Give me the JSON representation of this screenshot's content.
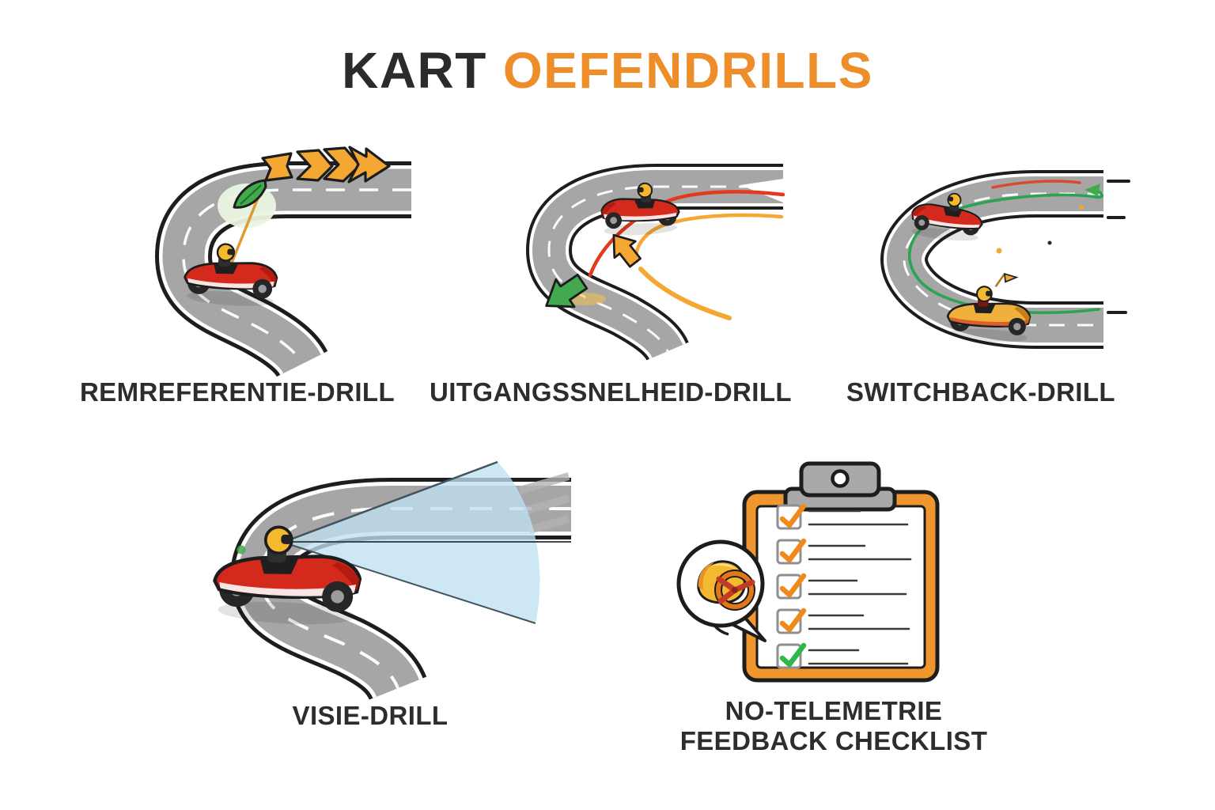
{
  "title": {
    "word_dark": "KART",
    "word_accent": "OEFENDRILLS"
  },
  "panels": {
    "remreferentie": {
      "label": "REMREFERENTIE-DRILL"
    },
    "uitgangssnelheid": {
      "label": "UITGANGSSNELHEID-DRILL"
    },
    "switchback": {
      "label": "SWITCHBACK-DRILL"
    },
    "visie": {
      "label": "VISIE-DRILL"
    },
    "checklist": {
      "label_line1": "NO-TELEMETRIE",
      "label_line2": "FEEDBACK CHECKLIST"
    }
  },
  "checklist": {
    "rows": [
      {
        "check_hex": "#ef8a1d"
      },
      {
        "check_hex": "#ef8a1d"
      },
      {
        "check_hex": "#ef8a1d"
      },
      {
        "check_hex": "#ef8a1d"
      },
      {
        "check_hex": "#2db84b"
      }
    ]
  },
  "icons": {
    "kart": "cartoon racing kart with helmeted driver",
    "apex-flag": "green leaf flag marking brake reference point",
    "speed-arrows": "orange acceleration chevron arrows",
    "exit-arrow": "green exit-direction arrow",
    "brake-arrow": "orange brake-point arrow",
    "racing-line": "colored racing line on track",
    "vision-cone": "blue forward vision cone",
    "clipboard": "orange feedback checklist clipboard",
    "checkbox": "checked checkbox with tick",
    "helmet-badge": "helmet and steering wheel badge"
  },
  "colors": {
    "bg": "#ffffff",
    "ink": "#1d1d1d",
    "title-dark": "#2b2b2b",
    "accent": "#ee8e2a",
    "label": "#2d2d2d",
    "track": "#a6a6a6",
    "kart-red": "#d42a1e",
    "kart-yellow": "#f0b13c",
    "helmet-yellow": "#f4b92f",
    "flag-green": "#43a94e",
    "line-green": "#2ba352",
    "line-red": "#e23a1c",
    "arrow-orange": "#f5a733",
    "cone-blue": "#bfe0f2",
    "board-orange": "#f0962e",
    "clip-gray": "#a9a9a9",
    "check-line": "#3a3a3a",
    "box-border": "#8f8f8f",
    "wheel-orange": "#e07818",
    "spoke-red": "#c23a28"
  }
}
